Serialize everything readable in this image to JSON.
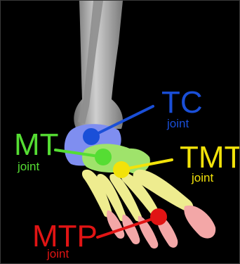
{
  "labels": {
    "tc": {
      "title": "TC",
      "sub": "joint",
      "color": "#1a4fd8"
    },
    "mt": {
      "title": "MT",
      "sub": "joint",
      "color": "#55dd33"
    },
    "tmt": {
      "title": "TMT",
      "sub": "joint",
      "color": "#f2e20a"
    },
    "mtp": {
      "title": "MTP",
      "sub": "joint",
      "color": "#e11414"
    }
  },
  "bone_colors": {
    "leg_bones": "#a9a9a9",
    "talus": "#7f8ef0",
    "midfoot": "#9fe36b",
    "metatarsals": "#eeec8f",
    "phalanges": "#f3a7a7"
  }
}
